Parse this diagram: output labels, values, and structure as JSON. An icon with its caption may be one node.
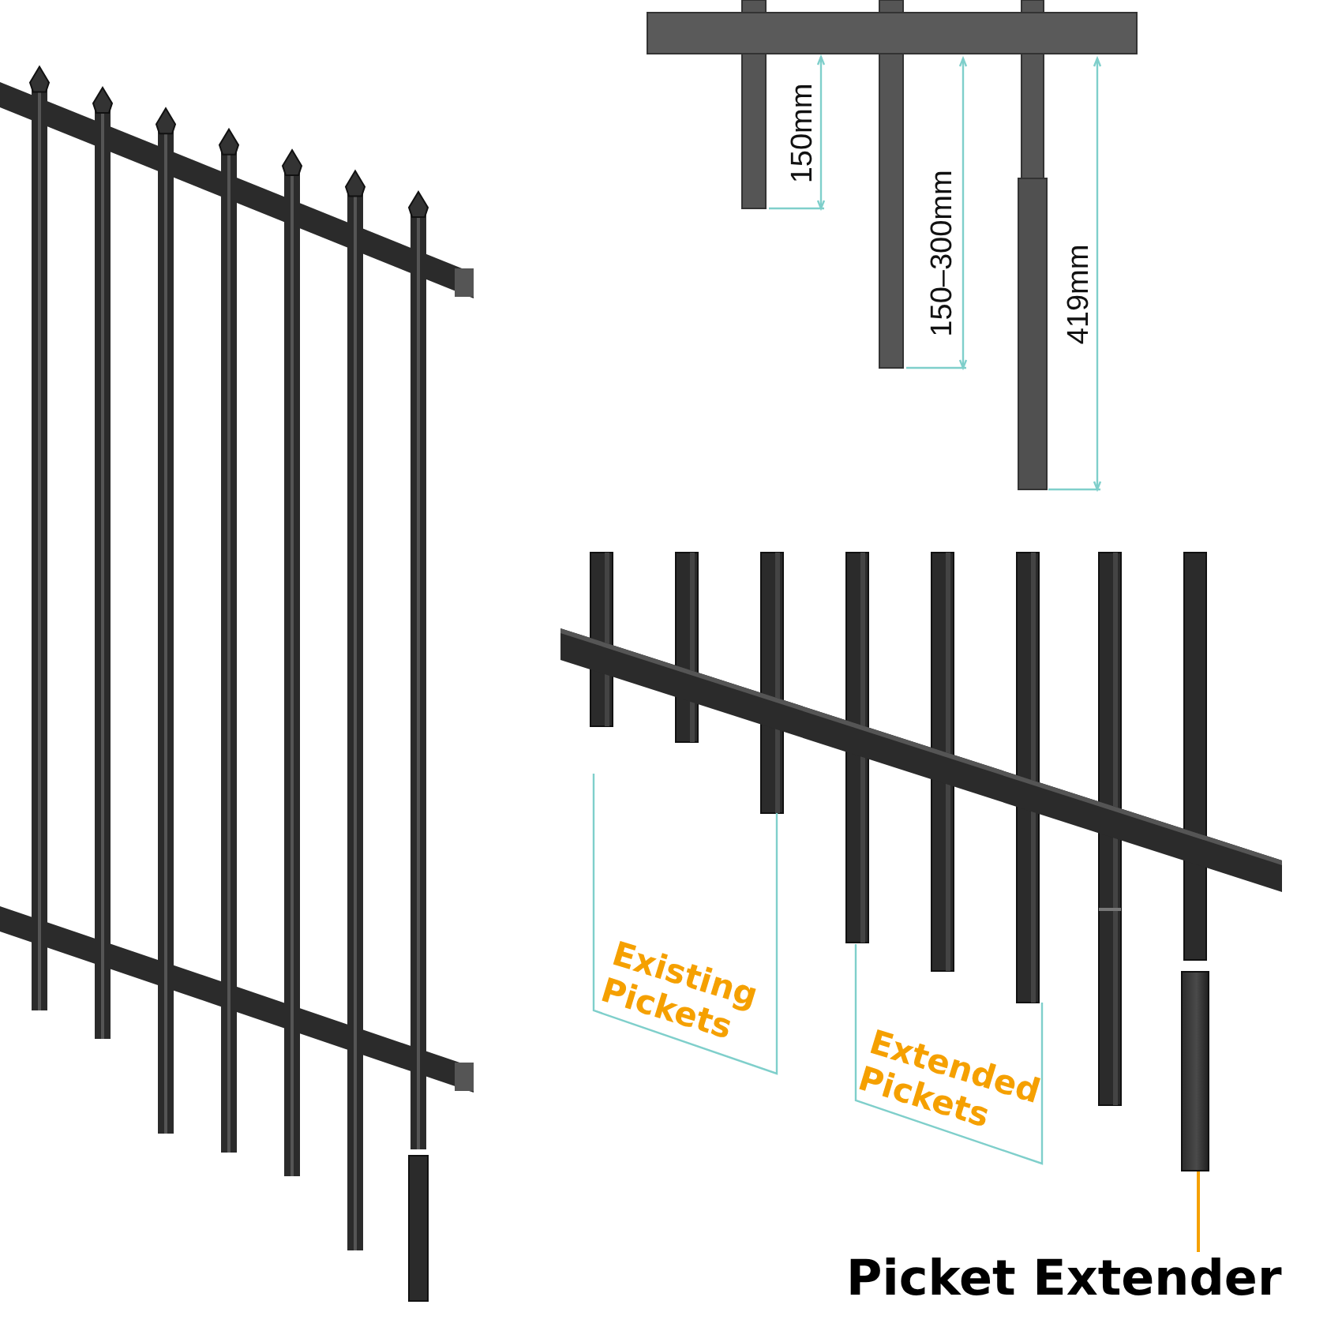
{
  "diagram": {
    "nodes": [
      {
        "text": [
          "Picket Extender"
        ]
      },
      {
        "text": [],
        "shape": "bar"
      }
    ],
    "edges": [
      {
        "from": 0,
        "to": 1,
        "arrow": "none",
        "color": "#f5a000"
      }
    ],
    "labels": [
      "150mm",
      "150–300mm",
      "419mm",
      "Existing Pickets",
      "Extended Pickets"
    ]
  }
}
